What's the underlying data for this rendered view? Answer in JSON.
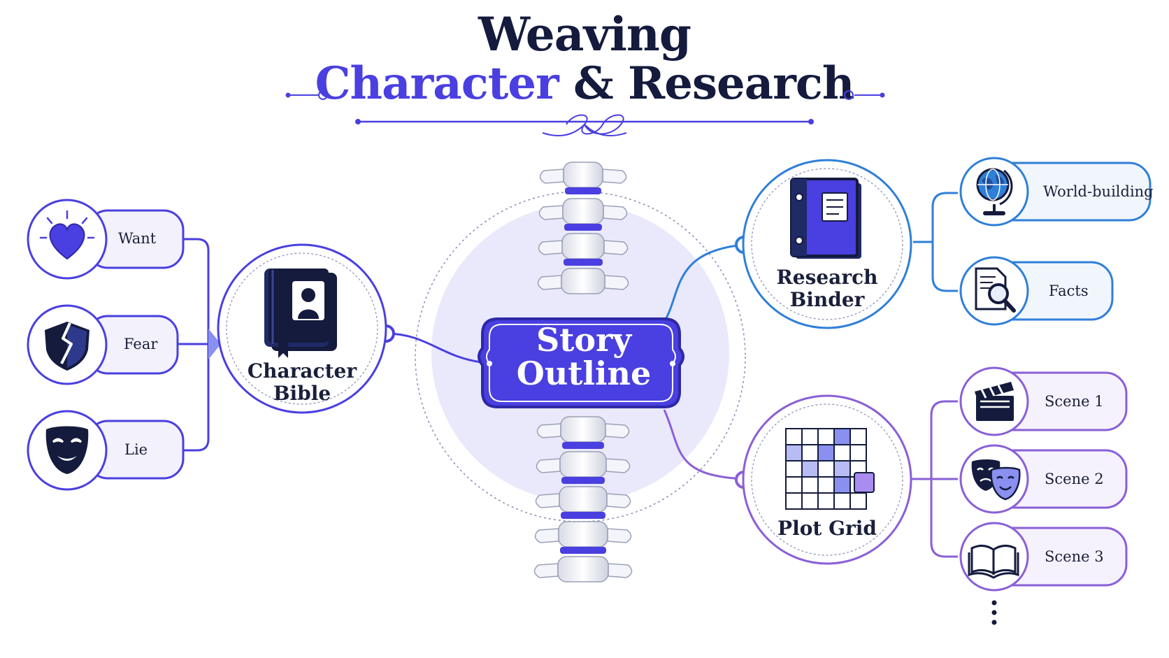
{
  "title": {
    "line1": "Weaving",
    "line2_accent": "Character",
    "line2_rest": " & Research"
  },
  "center": {
    "line1": "Story",
    "line2": "Outline"
  },
  "character_bible": {
    "line1": "Character",
    "line2": "Bible",
    "items": [
      {
        "label": "Want",
        "icon": "heart-icon"
      },
      {
        "label": "Fear",
        "icon": "broken-shield-icon"
      },
      {
        "label": "Lie",
        "icon": "mask-icon"
      }
    ]
  },
  "research_binder": {
    "line1": "Research",
    "line2": "Binder",
    "items": [
      {
        "label": "World-building",
        "icon": "globe-icon"
      },
      {
        "label": "Facts",
        "icon": "magnifier-document-icon"
      }
    ]
  },
  "plot_grid": {
    "label": "Plot Grid",
    "items": [
      {
        "label": "Scene 1",
        "icon": "clapperboard-icon"
      },
      {
        "label": "Scene 2",
        "icon": "theater-masks-icon"
      },
      {
        "label": "Scene 3",
        "icon": "open-book-icon"
      }
    ],
    "more": "more-dots-icon"
  },
  "colors": {
    "navy": "#141b3d",
    "accent": "#4a3fe0",
    "blue": "#2f7fd8",
    "purple": "#8a5fd6",
    "bubble": "#e9e9fb"
  }
}
